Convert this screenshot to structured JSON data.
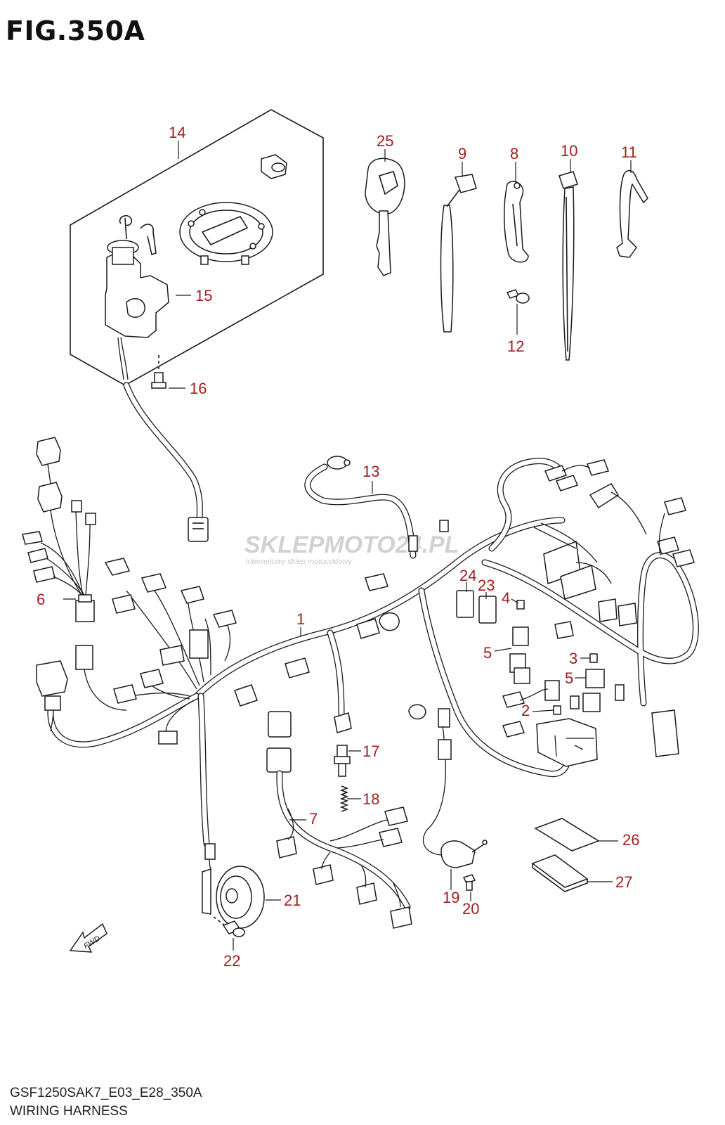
{
  "figure": {
    "title": "FIG.350A",
    "model_code": "GSF1250SAK7_E03_E28_350A",
    "caption": "WIRING HARNESS"
  },
  "watermark": {
    "brand": "SKLEPMOTO24.PL",
    "tagline": "internetowy sklep motocyklowy"
  },
  "direction_arrow": {
    "label": "FWD"
  },
  "callouts": [
    "1",
    "2",
    "3",
    "4",
    "5",
    "5",
    "6",
    "7",
    "8",
    "9",
    "10",
    "11",
    "12",
    "13",
    "14",
    "15",
    "16",
    "17",
    "18",
    "19",
    "20",
    "21",
    "22",
    "23",
    "24",
    "25",
    "26",
    "27"
  ],
  "colors": {
    "callout": "#a31d1d",
    "line": "#1a1a1a",
    "watermark": "#bfc3c8"
  }
}
